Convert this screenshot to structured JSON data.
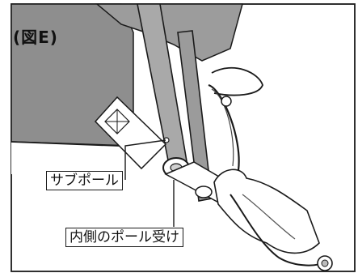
{
  "figure": {
    "label": "(図E)"
  },
  "callouts": {
    "sub_pole": "サブポール",
    "inner_pole_holder": "内側のポール受け"
  },
  "colors": {
    "tent_fabric": "#8e8e8e",
    "tent_fabric_light": "#a9a9a9",
    "pole": "#9b9b9b",
    "outline": "#1a1a1a",
    "background": "#ffffff"
  }
}
